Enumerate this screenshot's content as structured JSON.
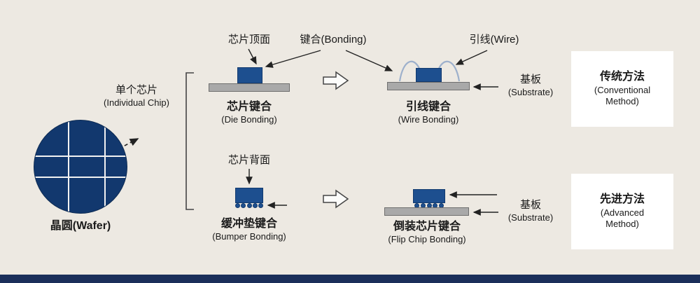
{
  "colors": {
    "background": "#EDE9E2",
    "wafer_navy": "#12386E",
    "chip_blue": "#1D4F8F",
    "substrate_gray": "#A9A9A9",
    "wire_blue": "#9DB0CC",
    "line_black": "#222222",
    "footer_navy": "#1B2F5A"
  },
  "wafer": {
    "label": "晶圆(Wafer)"
  },
  "individual_chip": {
    "line1": "单个芯片",
    "line2": "(Individual Chip)"
  },
  "top_row": {
    "chip_top_label": "芯片顶面",
    "bonding_label": "键合(Bonding)",
    "wire_label": "引线(Wire)",
    "die_bonding": {
      "zh": "芯片键合",
      "en": "(Die Bonding)"
    },
    "wire_bonding": {
      "zh": "引线键合",
      "en": "(Wire Bonding)"
    },
    "substrate": {
      "zh": "基板",
      "en": "(Substrate)"
    }
  },
  "bottom_row": {
    "chip_back_label": "芯片背面",
    "bumper_bonding": {
      "zh": "缓冲垫键合",
      "en": "(Bumper Bonding)"
    },
    "flip_chip": {
      "zh": "倒装芯片键合",
      "en": "(Flip Chip Bonding)"
    },
    "substrate": {
      "zh": "基板",
      "en": "(Substrate)"
    }
  },
  "method_boxes": {
    "conventional": {
      "zh": "传统方法",
      "en1": "(Conventional",
      "en2": "Method)"
    },
    "advanced": {
      "zh": "先进方法",
      "en1": "(Advanced",
      "en2": "Method)"
    }
  }
}
